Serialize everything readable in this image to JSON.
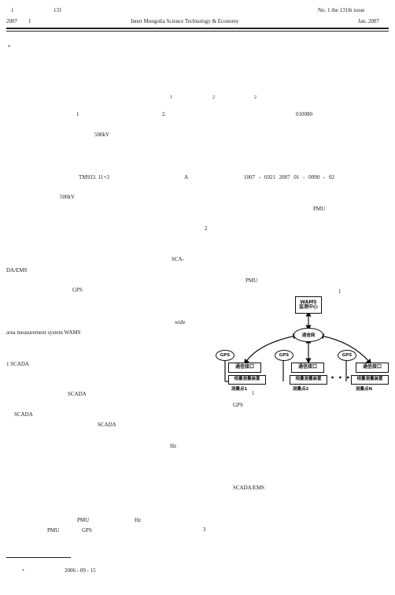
{
  "header": {
    "left_top": [
      "1",
      "131"
    ],
    "left_bottom": [
      "2007",
      "1"
    ],
    "journal": "Inner Mongolia Science Technology & Economy",
    "right_top": "No. 1  the 131th issue",
    "right_bottom": "Jan. 2007"
  },
  "title_note": "*",
  "authors_sup": [
    "1",
    "2",
    "2"
  ],
  "affiliation": {
    "num1": "1",
    "num2": "2.",
    "postcode": "010080"
  },
  "abstract": {
    "voltage": "500kV"
  },
  "classification": {
    "clc": "TM933. 11+3",
    "doc_code": "A",
    "article_no": "1007 - 6921 2007 01 - 0090 - 02"
  },
  "body_left": [
    "500kV",
    "SCA-",
    "DA/EMS",
    "GPS",
    "wide",
    "area measurement system  WAMS",
    "1   SCADA",
    "SCADA",
    "SCADA",
    "SCADA",
    "Hz",
    "PMU",
    "Hz",
    "PMU",
    "GPS"
  ],
  "body_right": [
    "PMU",
    "2",
    "PMU",
    "1",
    "1",
    "GPS",
    "SCADA/EMS",
    "3"
  ],
  "figure": {
    "wams_center": "WAMS\n监测中心",
    "network": "通信网",
    "comm_interface": "通信接口",
    "pmu_device": "相量测量装置",
    "gps": "GPS",
    "points": [
      "测量点1",
      "测量点2",
      "测量点N"
    ],
    "ellipsis": "• • •"
  },
  "footnote": {
    "mark": "*",
    "date": "2006 - 09 - 15"
  }
}
